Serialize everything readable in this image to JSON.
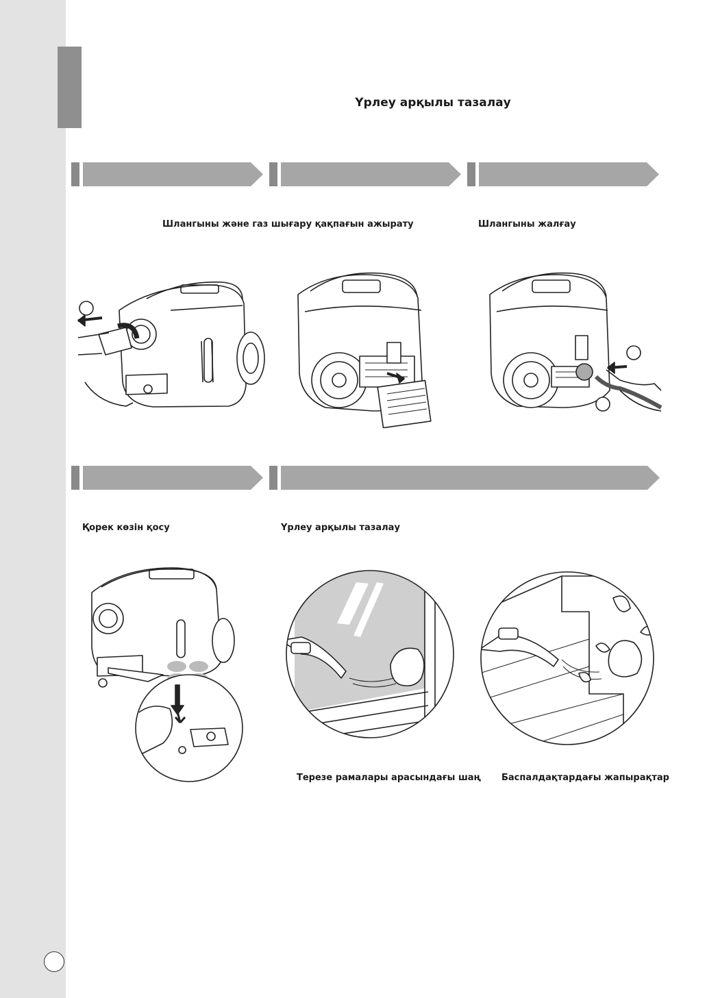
{
  "page": {
    "title": "Үрлеу арқылы тазалау"
  },
  "steps": [
    {
      "caption": ""
    },
    {
      "caption": "Шлангыны және газ шығару қақпағын ажырату"
    },
    {
      "caption": "Шлангыны жалғау"
    },
    {
      "caption": "Қорек көзін қосу"
    },
    {
      "caption": "Үрлеу арқылы тазалау"
    }
  ],
  "examples": [
    {
      "caption": "Терезе рамалары арасындағы шаң"
    },
    {
      "caption": "Баспалдақтардағы жапырақтар"
    }
  ],
  "colors": {
    "sidebar": "#e3e3e3",
    "tab": "#8f8f8f",
    "step_bar": "#a6a6a6",
    "step_bar_cap": "#8a8a8a"
  }
}
